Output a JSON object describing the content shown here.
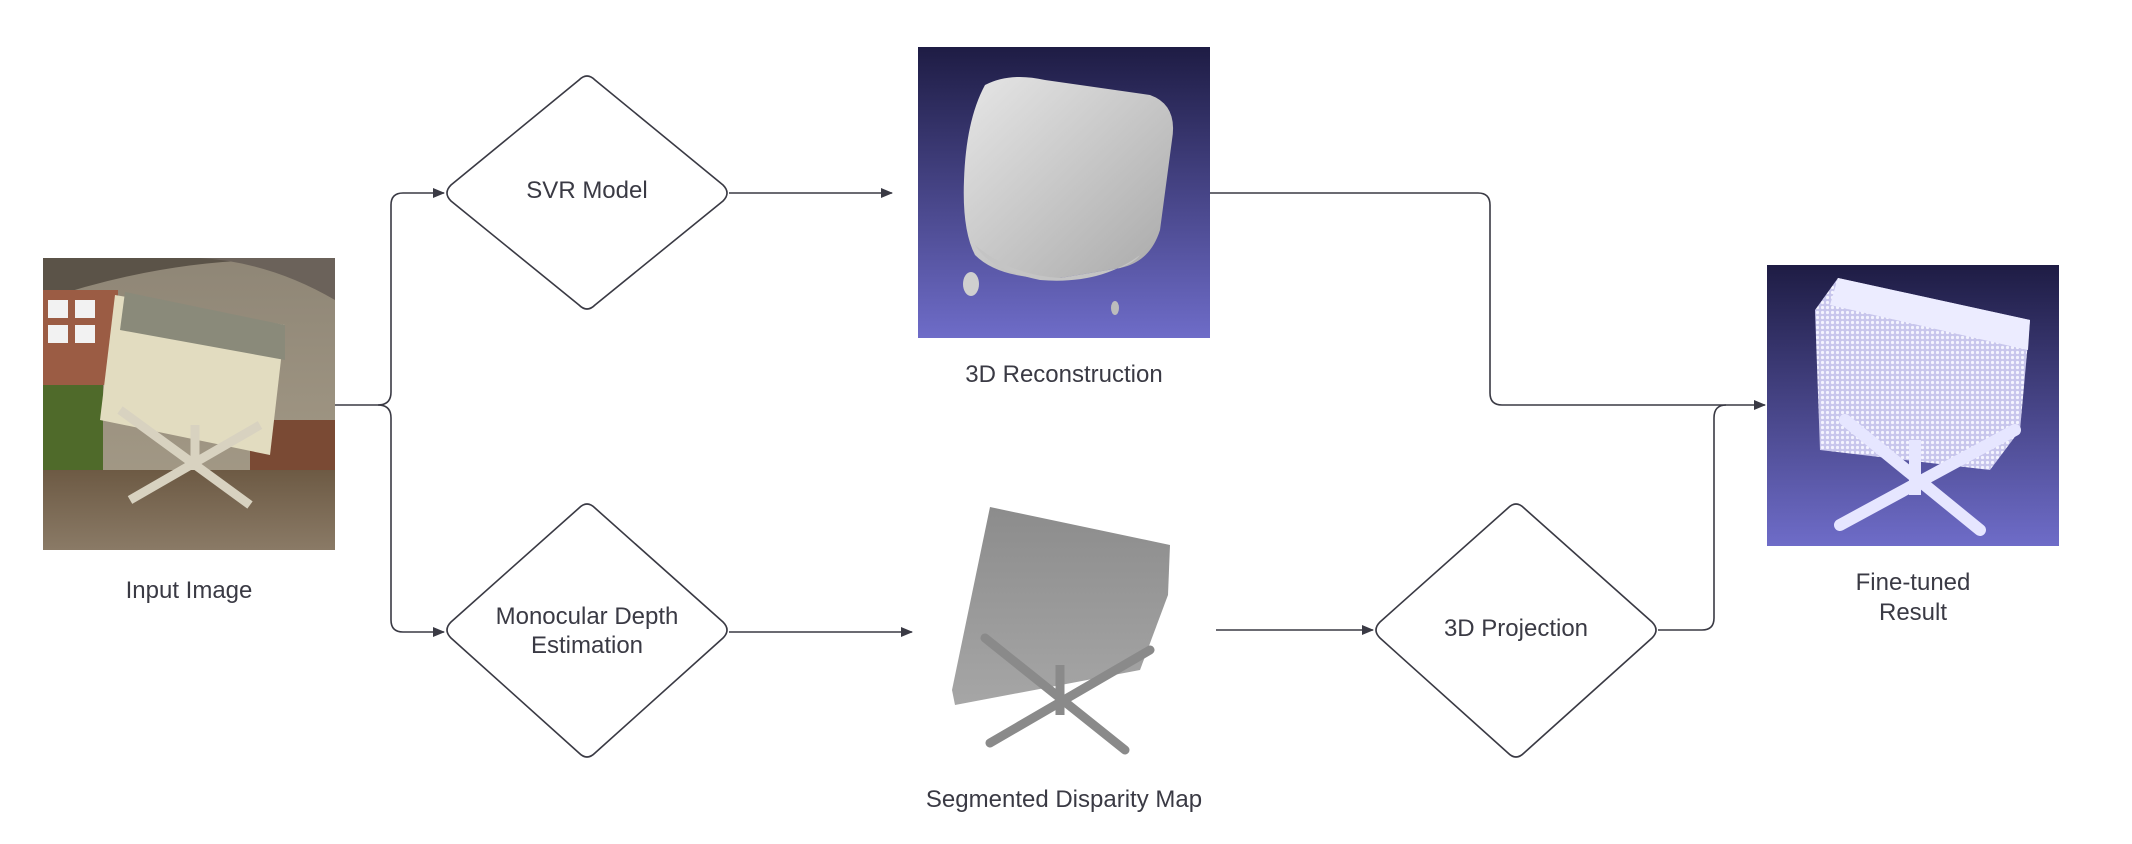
{
  "nodes": {
    "svr_model": "SVR Model",
    "depth_estimation_line1": "Monocular Depth",
    "depth_estimation_line2": "Estimation",
    "projection": "3D Projection"
  },
  "captions": {
    "input_image": "Input Image",
    "reconstruction": "3D Reconstruction",
    "disparity": "Segmented Disparity Map",
    "result_line1": "Fine-tuned",
    "result_line2": "Result"
  },
  "colors": {
    "stroke": "#3a3a44",
    "render_bg_top": "#1e1c44",
    "render_bg_bottom": "#6e6cc8"
  },
  "icons": [
    "input-photo",
    "mesh-render",
    "disparity-map",
    "point-cloud-render"
  ]
}
